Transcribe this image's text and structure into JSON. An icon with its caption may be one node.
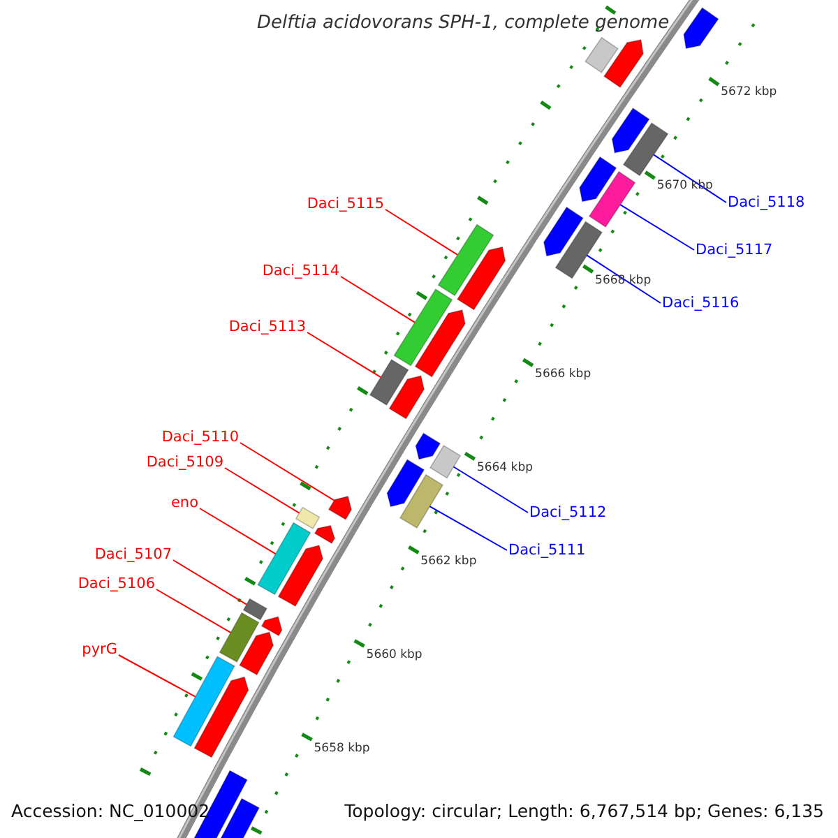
{
  "diagram": {
    "title": "Delftia acidovorans SPH-1, complete genome",
    "nodes": [
      {
        "text": [
          "Daci_5115"
        ]
      },
      {
        "text": [
          "Daci_5118"
        ]
      },
      {
        "text": [
          "Daci_5114"
        ]
      },
      {
        "text": [
          "Daci_5117"
        ]
      },
      {
        "text": [
          "Daci_5116"
        ]
      },
      {
        "text": [
          "Daci_5113"
        ]
      },
      {
        "text": [
          "Daci_5110"
        ]
      },
      {
        "text": [
          "Daci_5109"
        ]
      },
      {
        "text": [
          "Daci_5112"
        ]
      },
      {
        "text": [
          "eno"
        ]
      },
      {
        "text": [
          "Daci_5111"
        ]
      },
      {
        "text": [
          "Daci_5107"
        ]
      },
      {
        "text": [
          "Daci_5106"
        ]
      },
      {
        "text": [
          "pyrG"
        ]
      },
      {
        "text": [],
        "shape": "arrow"
      },
      {
        "text": [],
        "shape": "arrow"
      },
      {
        "text": [],
        "shape": "bar"
      },
      {
        "text": [],
        "shape": "arrow"
      },
      {
        "text": [],
        "shape": "bar"
      },
      {
        "text": [],
        "shape": "arrow"
      },
      {
        "text": [],
        "shape": "bar"
      },
      {
        "text": [],
        "shape": "arrow"
      },
      {
        "text": [],
        "shape": "bar"
      },
      {
        "text": [],
        "shape": "bar"
      },
      {
        "text": [],
        "shape": "arrow"
      },
      {
        "text": [],
        "shape": "bar"
      },
      {
        "text": [],
        "shape": "arrow"
      },
      {
        "text": [],
        "shape": "arrow"
      },
      {
        "text": [],
        "shape": "bar"
      },
      {
        "text": [],
        "shape": "arrow"
      },
      {
        "text": [],
        "shape": "bar"
      },
      {
        "text": [],
        "shape": "arrow"
      },
      {
        "text": [],
        "shape": "bar"
      },
      {
        "text": [],
        "shape": "arrow"
      },
      {
        "text": [],
        "shape": "bar"
      },
      {
        "text": [],
        "shape": "arrow"
      },
      {
        "text": [],
        "shape": "bar"
      },
      {
        "text": [],
        "shape": "arrow"
      },
      {
        "text": [],
        "shape": "bar"
      },
      {
        "text": [],
        "shape": "arrow"
      },
      {
        "text": [],
        "shape": "bar"
      },
      {
        "text": [],
        "shape": "arrow"
      },
      {
        "text": [],
        "shape": "bar"
      },
      {
        "text": [],
        "shape": "arrow"
      },
      {
        "text": [],
        "shape": "arrow"
      },
      {
        "text": [],
        "shape": "arrow"
      }
    ],
    "edges": [
      {
        "from": 0,
        "to": 23,
        "arrow": "none"
      },
      {
        "from": 1,
        "to": 18,
        "arrow": "none",
        "color": "#0000ff"
      },
      {
        "from": 2,
        "to": 25,
        "arrow": "none"
      },
      {
        "from": 3,
        "to": 20,
        "arrow": "none",
        "color": "#0000ff"
      },
      {
        "from": 4,
        "to": 22,
        "arrow": "none",
        "color": "#0000ff"
      },
      {
        "from": 5,
        "to": 28,
        "arrow": "none"
      },
      {
        "from": 6,
        "to": 33,
        "arrow": "none"
      },
      {
        "from": 7,
        "to": 34,
        "arrow": "none"
      },
      {
        "from": 8,
        "to": 30,
        "arrow": "none",
        "color": "#0000ff"
      },
      {
        "from": 9,
        "to": 36,
        "arrow": "none"
      },
      {
        "from": 10,
        "to": 32,
        "arrow": "none",
        "color": "#0000ff"
      },
      {
        "from": 11,
        "to": 38,
        "arrow": "none"
      },
      {
        "from": 12,
        "to": 40,
        "arrow": "none"
      },
      {
        "from": 13,
        "to": 42,
        "arrow": "none"
      }
    ],
    "labels": [
      "5672 kbp",
      "5670 kbp",
      "5668 kbp",
      "5666 kbp",
      "5664 kbp",
      "5662 kbp",
      "5660 kbp",
      "5658 kbp",
      "Accession: NC_010002",
      "Topology: circular; Length: 6,767,514 bp; Genes: 6,135"
    ]
  }
}
